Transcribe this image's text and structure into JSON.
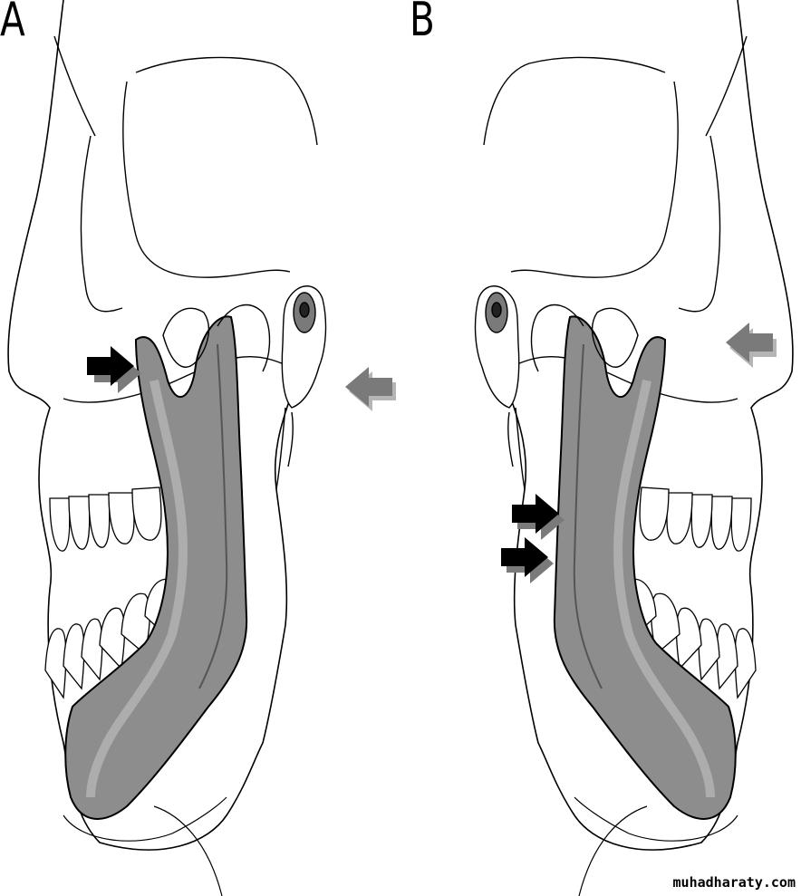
{
  "panels": [
    {
      "label": "A"
    },
    {
      "label": "B"
    }
  ],
  "watermark": "muhadharaty.com",
  "colors": {
    "outline": "#000000",
    "mandible_fill": "#8d8d8d",
    "mandible_light": "#b5b5b5",
    "arrow_black": "#000000",
    "arrow_gray": "#7a7a7a",
    "background": "#ffffff"
  }
}
